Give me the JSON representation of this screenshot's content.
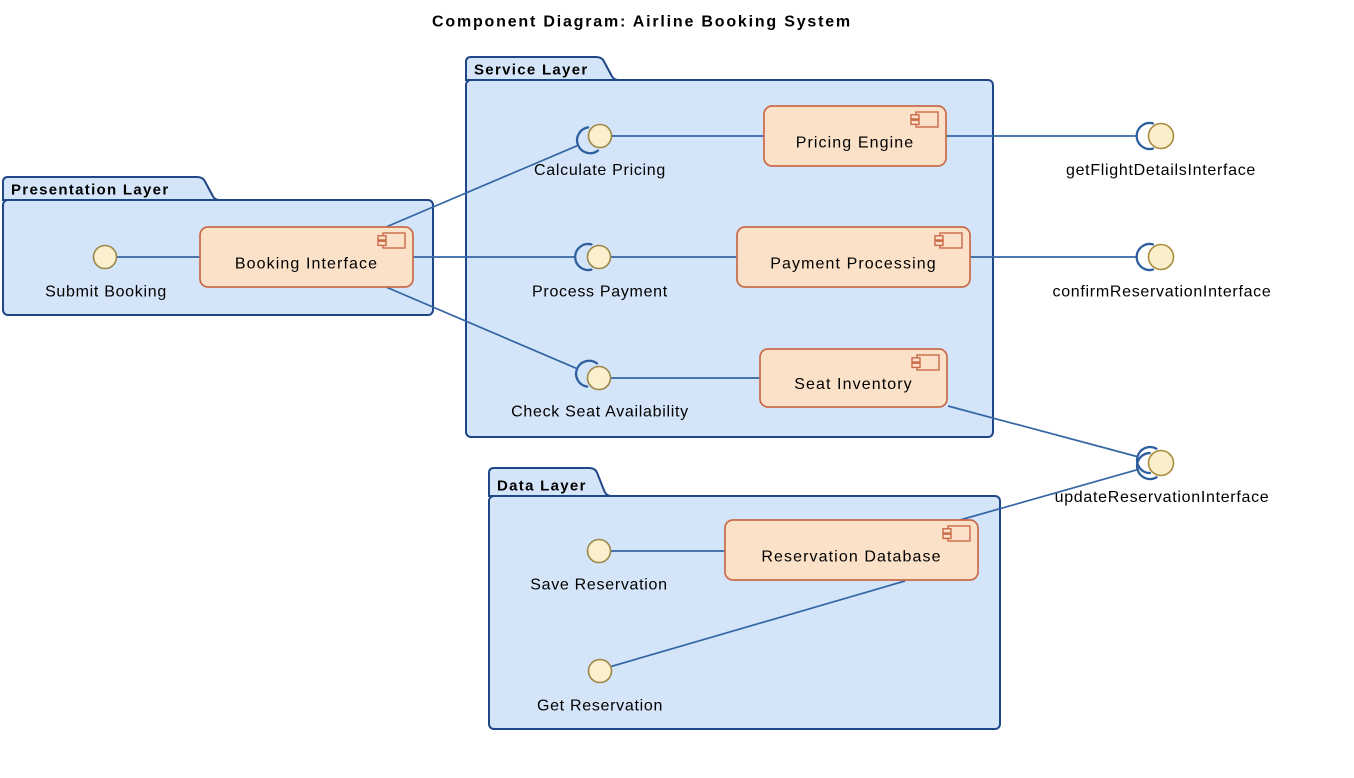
{
  "title": "Component Diagram: Airline Booking System",
  "colors": {
    "background": "#ffffff",
    "package_fill": "#d4e5f9",
    "package_border": "#1f4788",
    "component_fill": "#fbe1c8",
    "component_border": "#c96b49",
    "port_fill": "#fbf0cd",
    "port_border": "#9d8648",
    "interface_ball_fill": "#faeecb",
    "interface_ball_border": "#ab8b3e",
    "connector": "#3465a4",
    "socket_arc": "#2e5f9e",
    "text": "#000000"
  },
  "packages": [
    {
      "id": "presentation-layer",
      "label": "Presentation Layer"
    },
    {
      "id": "service-layer",
      "label": "Service Layer"
    },
    {
      "id": "data-layer",
      "label": "Data Layer"
    }
  ],
  "components": [
    {
      "id": "booking-interface",
      "label": "Booking Interface",
      "package": "Presentation Layer"
    },
    {
      "id": "pricing-engine",
      "label": "Pricing Engine",
      "package": "Service Layer"
    },
    {
      "id": "payment-processing",
      "label": "Payment Processing",
      "package": "Service Layer"
    },
    {
      "id": "seat-inventory",
      "label": "Seat Inventory",
      "package": "Service Layer"
    },
    {
      "id": "reservation-database",
      "label": "Reservation Database",
      "package": "Data Layer"
    }
  ],
  "ports": [
    {
      "id": "submit-booking",
      "label": "Submit Booking",
      "component": "Booking Interface"
    },
    {
      "id": "calculate-pricing",
      "label": "Calculate Pricing",
      "component": "Pricing Engine"
    },
    {
      "id": "process-payment",
      "label": "Process Payment",
      "component": "Payment Processing"
    },
    {
      "id": "check-seat-availability",
      "label": "Check Seat Availability",
      "component": "Seat Inventory"
    },
    {
      "id": "save-reservation",
      "label": "Save Reservation",
      "component": "Reservation Database"
    },
    {
      "id": "get-reservation",
      "label": "Get Reservation",
      "component": "Reservation Database"
    }
  ],
  "interfaces": [
    {
      "id": "get-flight-details",
      "label": "getFlightDetailsInterface",
      "connected_to": "Pricing Engine"
    },
    {
      "id": "confirm-reservation",
      "label": "confirmReservationInterface",
      "connected_to": "Payment Processing"
    },
    {
      "id": "update-reservation",
      "label": "updateReservationInterface",
      "connected_to": "Seat Inventory, Reservation Database"
    }
  ]
}
